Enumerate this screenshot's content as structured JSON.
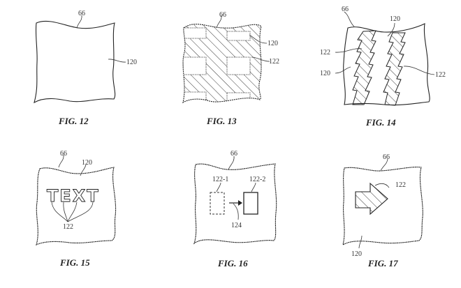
{
  "figures": [
    {
      "caption": "FIG. 12",
      "labels": {
        "sheet": "66",
        "surface": "120"
      }
    },
    {
      "caption": "FIG. 13",
      "labels": {
        "sheet": "66",
        "surface": "120",
        "pattern": "122"
      }
    },
    {
      "caption": "FIG. 14",
      "labels": {
        "sheet": "66",
        "surface_top": "120",
        "surface_left": "120",
        "pattern_left": "122",
        "pattern_right": "122"
      }
    },
    {
      "caption": "FIG. 15",
      "labels": {
        "sheet": "66",
        "surface": "120",
        "pattern": "122"
      },
      "embossed_text": "TEXT"
    },
    {
      "caption": "FIG. 16",
      "labels": {
        "sheet": "66",
        "pattern_before": "122-1",
        "pattern_after": "122-2",
        "movement": "124"
      }
    },
    {
      "caption": "FIG. 17",
      "labels": {
        "sheet": "66",
        "pattern": "122",
        "surface": "120"
      }
    }
  ],
  "colors": {
    "line": "#222222",
    "background": "#ffffff"
  }
}
